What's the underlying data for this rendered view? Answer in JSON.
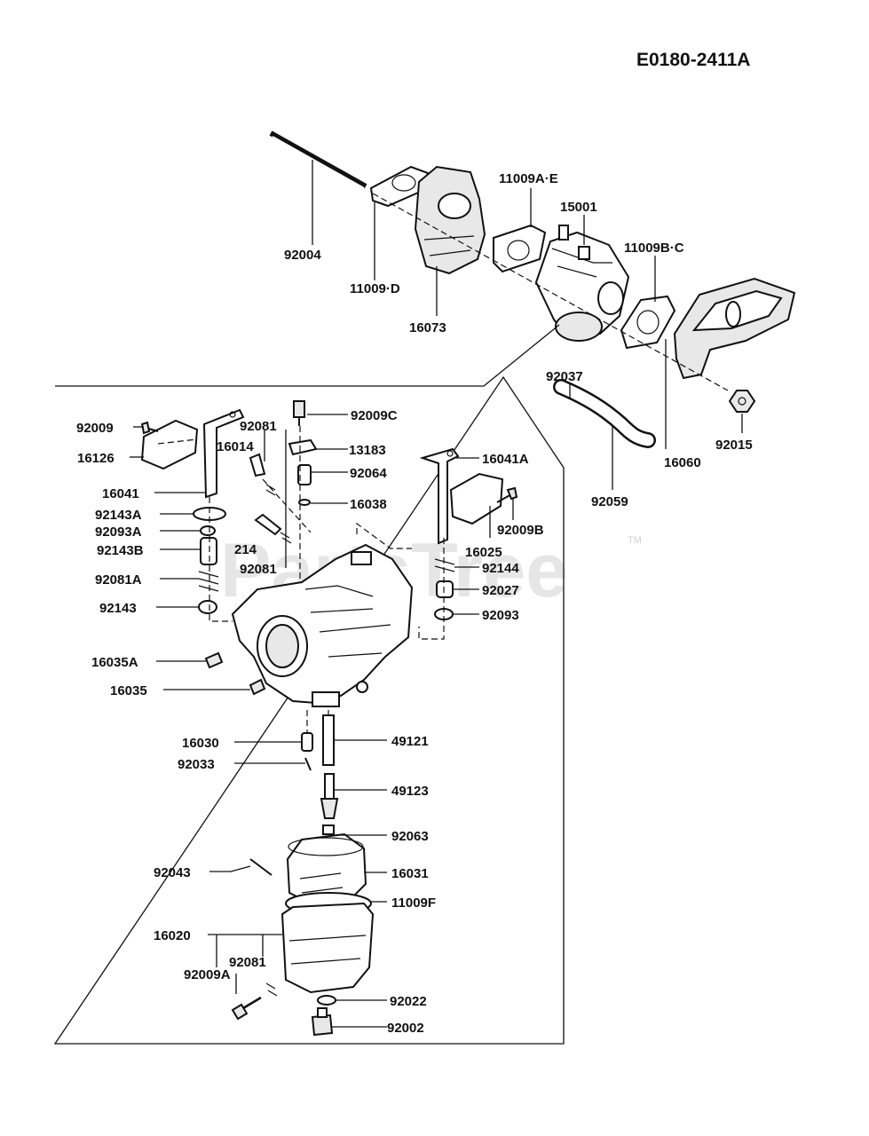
{
  "document_id": "E0180-2411A",
  "watermark": {
    "text": "PartsTree",
    "trademark": "TM"
  },
  "part_labels": {
    "p92004": "92004",
    "p11009D": "11009·D",
    "p16073": "16073",
    "p11009AE": "11009A·E",
    "p15001": "15001",
    "p11009BC": "11009B·C",
    "p92037": "92037",
    "p92015": "92015",
    "p16060": "16060",
    "p92059": "92059",
    "p92009": "92009",
    "p16126": "16126",
    "p16041": "16041",
    "p92143A": "92143A",
    "p92093A": "92093A",
    "p92143B": "92143B",
    "p92081A": "92081A",
    "p92143": "92143",
    "p92081_top": "92081",
    "p16014": "16014",
    "p214": "214",
    "p92081_mid": "92081",
    "p92009C": "92009C",
    "p13183": "13183",
    "p92064": "92064",
    "p16038": "16038",
    "p16041A": "16041A",
    "p92009B": "92009B",
    "p16025": "16025",
    "p92144": "92144",
    "p92027": "92027",
    "p92093": "92093",
    "p16035A": "16035A",
    "p16035": "16035",
    "p16030": "16030",
    "p92033": "92033",
    "p49121": "49121",
    "p49123": "49123",
    "p92063": "92063",
    "p92043": "92043",
    "p16031": "16031",
    "p11009F": "11009F",
    "p16020": "16020",
    "p92081_bot": "92081",
    "p92009A": "92009A",
    "p92022": "92022",
    "p92002": "92002"
  }
}
